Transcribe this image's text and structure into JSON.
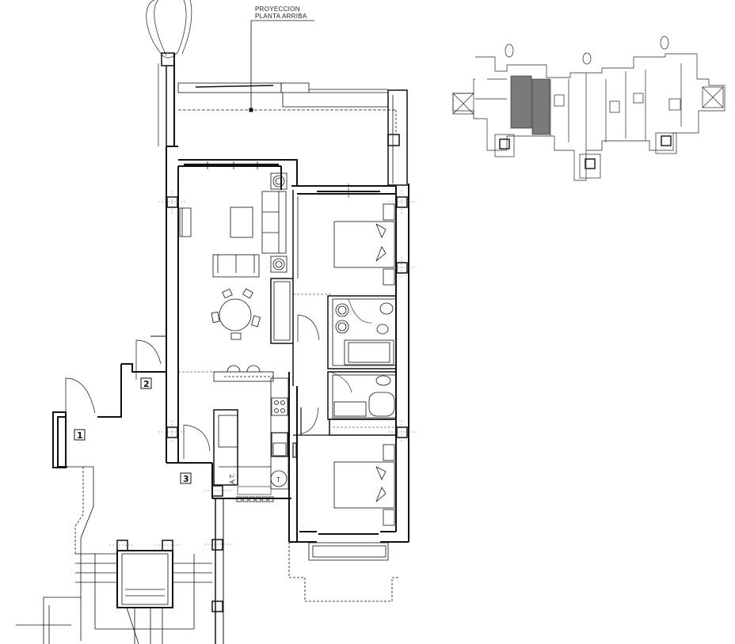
{
  "drawing": {
    "type": "architectural floor plan",
    "annotation": {
      "line1": "PROYECCION",
      "line2": "PLANTA ARRIBA"
    },
    "room_markers": [
      {
        "id": "1",
        "label": "1"
      },
      {
        "id": "2",
        "label": "2"
      },
      {
        "id": "3",
        "label": "3"
      }
    ],
    "kitchen_label": "A.T.",
    "water_heater_label": "T",
    "key_plan": {
      "description": "building key plan with highlighted unit",
      "highlight_color": "#7a7a7a"
    },
    "colors": {
      "line": "#111111",
      "thin_line": "#555555",
      "background": "#ffffff"
    },
    "rooms": [
      {
        "name": "terrace",
        "furniture": []
      },
      {
        "name": "living-dining",
        "furniture": [
          "sofa",
          "armchair-sofa",
          "coffee-table",
          "round-dining-table",
          "5-chairs",
          "tv-unit",
          "2-side-tables"
        ]
      },
      {
        "name": "bedroom-1",
        "furniture": [
          "double-bed",
          "2-nightstands"
        ]
      },
      {
        "name": "bathroom-1",
        "furniture": [
          "double-sink",
          "toilet",
          "bidet",
          "bathtub"
        ]
      },
      {
        "name": "bathroom-2",
        "furniture": [
          "toilet",
          "shower-tray",
          "sink"
        ]
      },
      {
        "name": "kitchen",
        "furniture": [
          "hob",
          "sink",
          "water-heater",
          "fridge",
          "bar-counter",
          "2-stools"
        ]
      },
      {
        "name": "bedroom-2",
        "furniture": [
          "double-bed",
          "2-nightstands",
          "balcony"
        ]
      },
      {
        "name": "entrance-stair",
        "furniture": [
          "lift-shaft",
          "stairs"
        ]
      }
    ]
  }
}
